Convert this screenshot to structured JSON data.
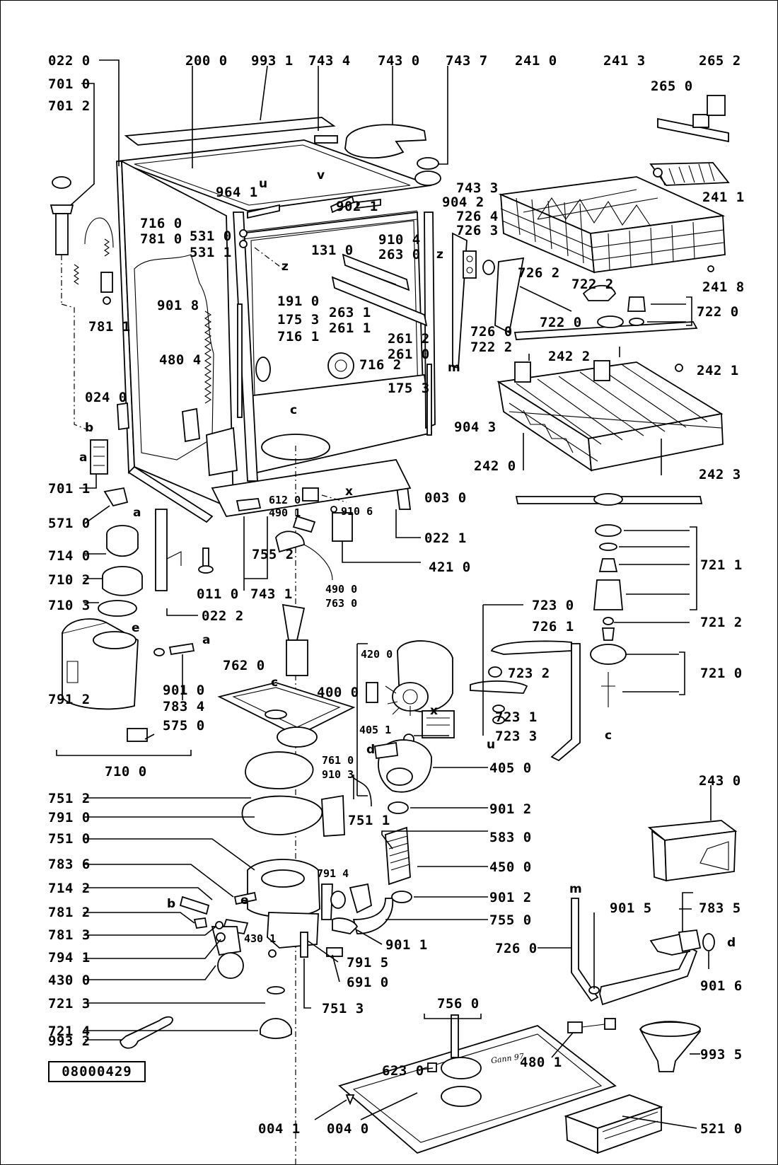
{
  "document_number": "08000429",
  "signature": "Gann 97",
  "labels": {
    "l0220": "022 0",
    "l7010": "701 0",
    "l7012": "701 2",
    "l2000": "200 0",
    "l9931": "993 1",
    "l7434": "743 4",
    "l7430": "743 0",
    "l7437": "743 7",
    "l2410": "241 0",
    "l2413": "241 3",
    "l2652": "265 2",
    "l2650": "265 0",
    "l2411": "241 1",
    "l2418": "241 8",
    "l7433": "743 3",
    "l9641": "964 1",
    "l9021": "902 1",
    "l9042": "904 2",
    "l7264": "726 4",
    "l7263": "726 3",
    "l7262": "726 2",
    "l9104": "910 4",
    "l2630": "263 0",
    "l1310": "131 0",
    "l5310": "531 0",
    "l5311": "531 1",
    "l7160": "716 0",
    "l7810": "781 0",
    "l9018": "901 8",
    "l7811": "781 1",
    "l1910": "191 0",
    "l1753": "175 3",
    "l7161": "716 1",
    "l7162": "716 2",
    "l2631": "263 1",
    "l2611": "261 1",
    "l2612": "261 2",
    "l2610": "261 0",
    "l7260": "726 0",
    "l7222": "722 2",
    "l7220": "722 0",
    "l7222b": "722 2",
    "l7220b": "722 0",
    "l4804": "480 4",
    "l0240": "024 0",
    "l1753b": "175 3",
    "l9043": "904 3",
    "l2422": "242 2",
    "l2421": "242 1",
    "l2420": "242 0",
    "l2423": "242 3",
    "l7011": "701 1",
    "l0030": "003 0",
    "l5710": "571 0",
    "l6120": "612 0",
    "l4901": "490 1",
    "l9106": "910 6",
    "l0221": "022 1",
    "l7140": "714 0",
    "l7552": "755 2",
    "l4210": "421 0",
    "l7102": "710 2",
    "l0110": "011 0",
    "l7431": "743 1",
    "l4900": "490 0",
    "l7630": "763 0",
    "l7103": "710 3",
    "l0222": "022 2",
    "l7211": "721 1",
    "l7230": "723 0",
    "l7261": "726 1",
    "l7212": "721 2",
    "l7232": "723 2",
    "l7620": "762 0",
    "l4200": "420 0",
    "l4000": "400 0",
    "l7910": "791 2",
    "l9010": "901 0",
    "l7834": "783 4",
    "l5750": "575 0",
    "l7210": "721 0",
    "l7231": "723 1",
    "l7233": "723 3",
    "l4051": "405 1",
    "l7100": "710 0",
    "l7610": "761 0",
    "l9103": "910 3",
    "l4050": "405 0",
    "l2430": "243 0",
    "l7512": "751 2",
    "l9012": "901 2",
    "l7911": "791 0",
    "l7511": "751 1",
    "l5830": "583 0",
    "l7510": "751 0",
    "l4500": "450 0",
    "l7836": "783 6",
    "l7914": "791 4",
    "l9012b": "901 2",
    "l7142": "714 2",
    "l9015": "901 5",
    "l7835": "783 5",
    "l7812": "781 2",
    "l7550": "755 0",
    "l7813": "781 3",
    "l4301": "430 1",
    "l9011": "901 1",
    "l7260b": "726 0",
    "l7941": "794 1",
    "l7915": "791 5",
    "l9016": "901 6",
    "l4300": "430 0",
    "l6910": "691 0",
    "l7213": "721 3",
    "l7513": "751 3",
    "l7560": "756 0",
    "l7214": "721 4",
    "l4801": "480 1",
    "l9935": "993 5",
    "l6230": "623 0",
    "l9932": "993 2",
    "l0041": "004 1",
    "l0040": "004 0",
    "l5210": "521 0"
  },
  "letters": {
    "u": "u",
    "v": "v",
    "z": "z",
    "z2": "z",
    "c": "c",
    "b": "b",
    "a": "a",
    "a2": "a",
    "a3": "a",
    "e": "e",
    "x": "x",
    "x2": "x",
    "c2": "c",
    "d": "d",
    "u2": "u",
    "c3": "c",
    "m": "m",
    "m2": "m",
    "d2": "d",
    "b2": "b",
    "e2": "e"
  }
}
